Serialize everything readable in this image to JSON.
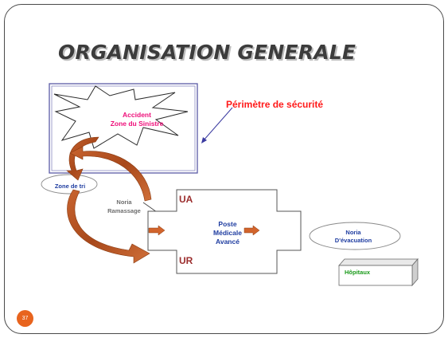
{
  "slide": {
    "title": "ORGANISATION GENERALE",
    "page_number": "37"
  },
  "diagram": {
    "accident_line1": "Accident",
    "accident_line2": "Zone du Sinistre",
    "perimetre": "Périmètre de sécurité",
    "zone_tri": "Zone de tri",
    "noria_ramassage_line1": "Noria",
    "noria_ramassage_line2": "Ramassage",
    "ua": "UA",
    "ur": "UR",
    "poste_line1": "Poste",
    "poste_line2": "Médicale",
    "poste_line3": "Avancé",
    "noria_evac_line1": "Noria",
    "noria_evac_line2": "D'évacuation",
    "hopitaux": "Hôpitaux"
  },
  "colors": {
    "accident_text": "#ee0f7a",
    "perimetre_text": "#ff1a1a",
    "blue_text": "#1e3ca0",
    "ua_ur_text": "#9b2d2d",
    "hopitaux_text": "#1a9a1a",
    "arrow_fill": "#b8501e",
    "frame_border": "#6060a8",
    "badge": "#e8641e"
  }
}
